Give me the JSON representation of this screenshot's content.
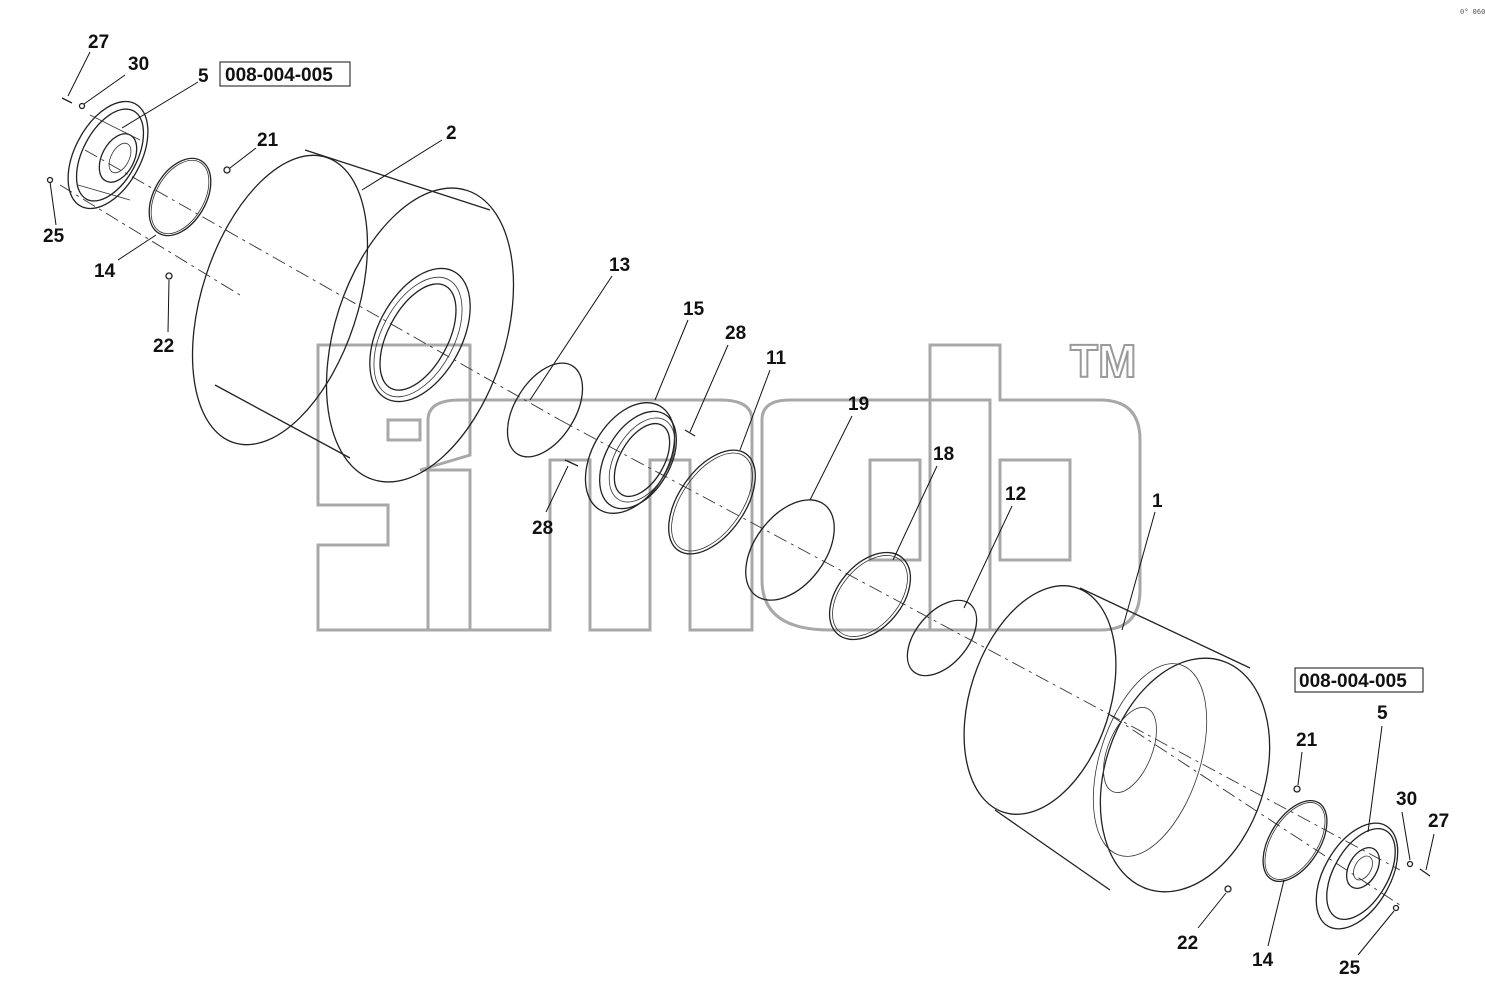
{
  "corner_code": "0° 060",
  "watermark": {
    "tm": "TM"
  },
  "reference_boxes": [
    "008-004-005",
    "008-004-005"
  ],
  "callouts": [
    "27",
    "30",
    "5",
    "21",
    "2",
    "25",
    "14",
    "22",
    "13",
    "15",
    "28",
    "11",
    "28",
    "19",
    "18",
    "12",
    "1",
    "21",
    "5",
    "30",
    "27",
    "22",
    "14",
    "25"
  ]
}
